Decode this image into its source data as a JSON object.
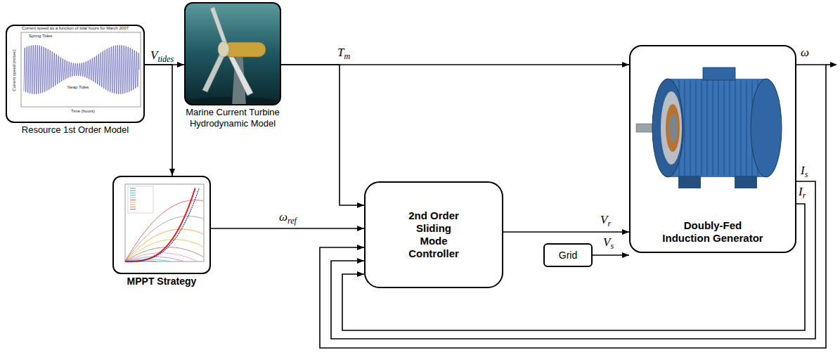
{
  "diagram": {
    "nodes": [
      {
        "text": [
          "Resource 1st Order Model"
        ]
      },
      {
        "text": [
          "Marine Current Turbine Hydrodynamic Model"
        ]
      },
      {
        "text": [
          "Doubly-Fed Induction Generator"
        ]
      },
      {
        "text": [
          "MPPT Strategy"
        ]
      },
      {
        "text": [
          "2nd Order Sliding Mode Controller"
        ]
      },
      {
        "text": [
          "Grid"
        ]
      }
    ],
    "edges": [
      {
        "from": 0,
        "to": 1,
        "label": "Vtides",
        "arrow": "to"
      },
      {
        "from": 0,
        "to": 3,
        "arrow": "to"
      },
      {
        "from": 1,
        "to": 2,
        "label": "Tm",
        "arrow": "to"
      },
      {
        "from": 1,
        "to": 4,
        "arrow": "to"
      },
      {
        "from": 3,
        "to": 4,
        "label": "ωref",
        "arrow": "to"
      },
      {
        "from": 4,
        "to": 2,
        "label": "Vr",
        "arrow": "to"
      },
      {
        "from": 5,
        "to": 2,
        "label": "Vs",
        "arrow": "to"
      },
      {
        "from": 2,
        "to": 4,
        "label": "ω",
        "arrow": "to"
      },
      {
        "from": 2,
        "to": 4,
        "label": "Is",
        "arrow": "to"
      },
      {
        "from": 2,
        "to": 4,
        "label": "Ir",
        "arrow": "to"
      }
    ],
    "labels": [
      "Current speed as a function of tidal hours for March 2007",
      "Spring Tides",
      "Neap Tides",
      "Time (hours)",
      "Current speed (m/sec)"
    ]
  }
}
